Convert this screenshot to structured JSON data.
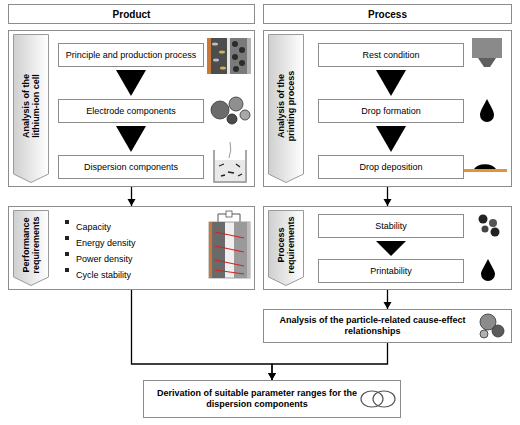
{
  "diagram": {
    "nodes": [
      {
        "text": [
          "Product"
        ]
      },
      {
        "text": [
          "Process"
        ]
      },
      {
        "text": [
          "Analysis of the lithium-ion cell"
        ]
      },
      {
        "text": [
          "Principle and production process"
        ],
        "in": 2
      },
      {
        "text": [
          "Electrode components"
        ],
        "in": 2
      },
      {
        "text": [
          "Dispersion components"
        ],
        "in": 2
      },
      {
        "text": [
          "Analysis of the printing process"
        ]
      },
      {
        "text": [
          "Rest condition"
        ],
        "in": 6
      },
      {
        "text": [
          "Drop formation"
        ],
        "in": 6
      },
      {
        "text": [
          "Drop deposition"
        ],
        "in": 6
      },
      {
        "text": [
          "Performance requirements",
          "Capacity",
          "Energy density",
          "Power density",
          "Cycle stability"
        ]
      },
      {
        "text": [
          "Process requirements"
        ]
      },
      {
        "text": [
          "Stability"
        ],
        "in": 11
      },
      {
        "text": [
          "Printability"
        ],
        "in": 11
      },
      {
        "text": [
          "Analysis of the particle-related cause-effect relationships"
        ]
      },
      {
        "text": [
          "Derivation of suitable parameter ranges for the dispersion components"
        ]
      }
    ],
    "edges": [
      {
        "from": 3,
        "to": 4,
        "arrow": "to"
      },
      {
        "from": 4,
        "to": 5,
        "arrow": "to"
      },
      {
        "from": 7,
        "to": 8,
        "arrow": "to"
      },
      {
        "from": 8,
        "to": 9,
        "arrow": "to"
      },
      {
        "from": 12,
        "to": 13,
        "arrow": "to"
      },
      {
        "from": 2,
        "to": 10,
        "arrow": "to"
      },
      {
        "from": 6,
        "to": 11,
        "arrow": "to"
      },
      {
        "from": 11,
        "to": 14,
        "arrow": "to"
      },
      {
        "from": 10,
        "to": 15,
        "arrow": "to"
      },
      {
        "from": 14,
        "to": 15,
        "arrow": "to"
      }
    ]
  }
}
